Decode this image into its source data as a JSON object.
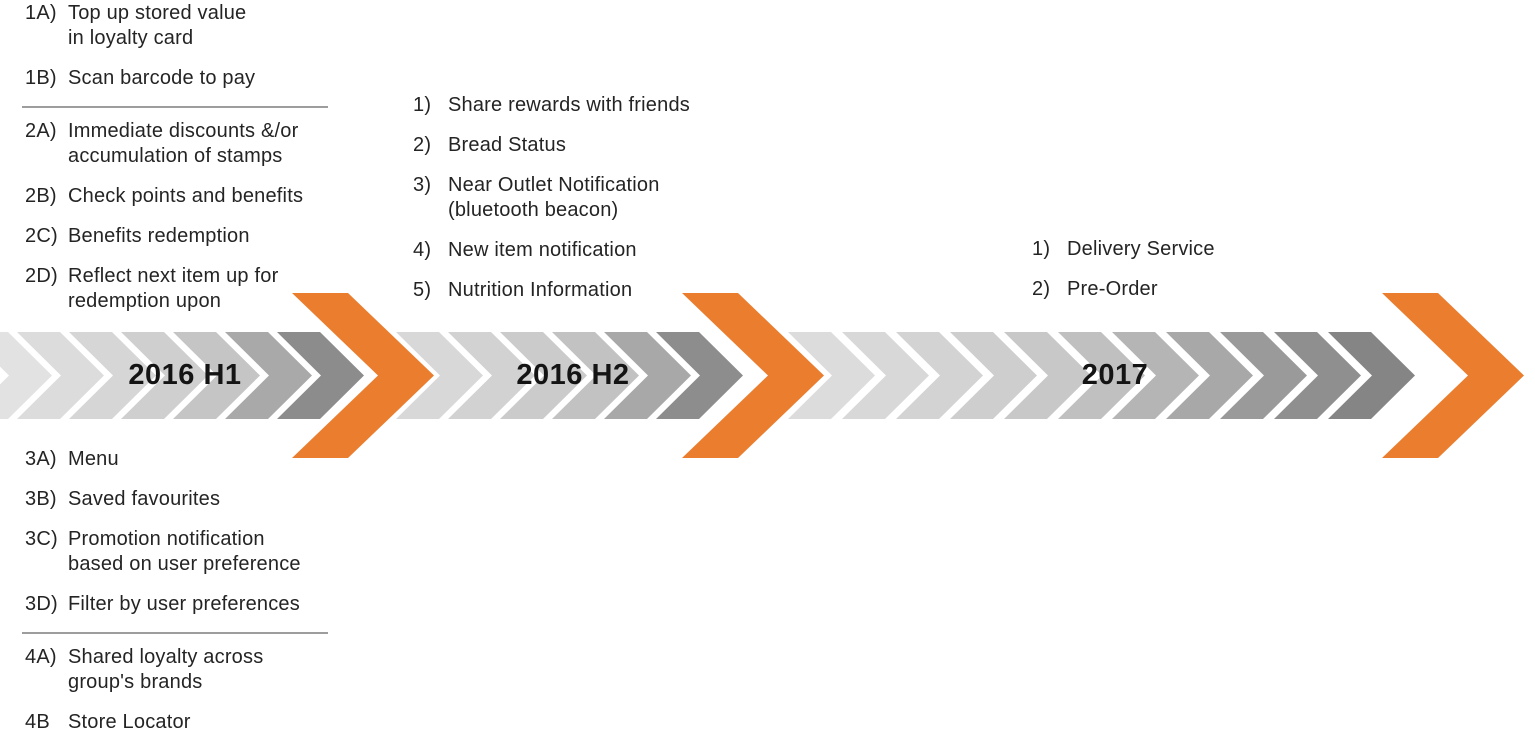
{
  "colors": {
    "accent_orange": "#EA7D2E",
    "divider_gray": "#9D9D9D",
    "list_text": "#242424",
    "label_text": "#141414"
  },
  "timeline": {
    "segments": [
      {
        "id": "2016-h1",
        "label": "2016 H1",
        "chevron_colors": [
          "#e2e2e2",
          "#dcdcdc",
          "#d6d6d6",
          "#cfcfcf",
          "#c5c5c5",
          "#a9a9a9",
          "#8c8c8c"
        ]
      },
      {
        "id": "2016-h2",
        "label": "2016 H2",
        "chevron_colors": [
          "#dedede",
          "#d8d8d8",
          "#d2d2d2",
          "#cbcbcb",
          "#c2c2c2",
          "#a8a8a8",
          "#8d8d8d"
        ]
      },
      {
        "id": "2017",
        "label": "2017",
        "chevron_colors": [
          "#e0e0e0",
          "#dcdcdc",
          "#d8d8d8",
          "#d3d3d3",
          "#cecece",
          "#c8c8c8",
          "#c0c0c0",
          "#b5b5b5",
          "#a8a8a8",
          "#9a9a9a",
          "#8f8f8f",
          "#858585"
        ]
      }
    ]
  },
  "feature_lists": {
    "upper_left": {
      "groups": [
        {
          "items": [
            {
              "num": "1A)",
              "lines": [
                "Top up stored value",
                "in loyalty card"
              ]
            },
            {
              "num": "1B)",
              "lines": [
                "Scan barcode to pay"
              ]
            }
          ]
        },
        {
          "items": [
            {
              "num": "2A)",
              "lines": [
                "Immediate discounts &/or",
                "accumulation of stamps"
              ]
            },
            {
              "num": "2B)",
              "lines": [
                "Check points and benefits"
              ]
            },
            {
              "num": "2C)",
              "lines": [
                "Benefits redemption"
              ]
            },
            {
              "num": "2D)",
              "lines": [
                "Reflect next item up for",
                "redemption upon"
              ]
            }
          ]
        }
      ]
    },
    "middle": {
      "groups": [
        {
          "items": [
            {
              "num": "1)",
              "lines": [
                "Share rewards with friends"
              ]
            },
            {
              "num": "2)",
              "lines": [
                "Bread Status"
              ]
            },
            {
              "num": "3)",
              "lines": [
                "Near Outlet Notification",
                "(bluetooth beacon)"
              ]
            },
            {
              "num": "4)",
              "lines": [
                "New item notification"
              ]
            },
            {
              "num": "5)",
              "lines": [
                "Nutrition Information"
              ]
            }
          ]
        }
      ]
    },
    "right": {
      "groups": [
        {
          "items": [
            {
              "num": "1)",
              "lines": [
                "Delivery Service"
              ]
            },
            {
              "num": "2)",
              "lines": [
                "Pre-Order"
              ]
            }
          ]
        }
      ]
    },
    "lower_left": {
      "groups": [
        {
          "items": [
            {
              "num": "3A)",
              "lines": [
                "Menu"
              ]
            },
            {
              "num": "3B)",
              "lines": [
                "Saved favourites"
              ]
            },
            {
              "num": "3C)",
              "lines": [
                "Promotion notification",
                "based on user preference"
              ]
            },
            {
              "num": "3D)",
              "lines": [
                "Filter by user preferences"
              ]
            }
          ]
        },
        {
          "items": [
            {
              "num": "4A)",
              "lines": [
                "Shared loyalty across",
                "group's brands"
              ]
            },
            {
              "num": "4B",
              "lines": [
                "Store Locator"
              ]
            }
          ]
        }
      ]
    }
  }
}
